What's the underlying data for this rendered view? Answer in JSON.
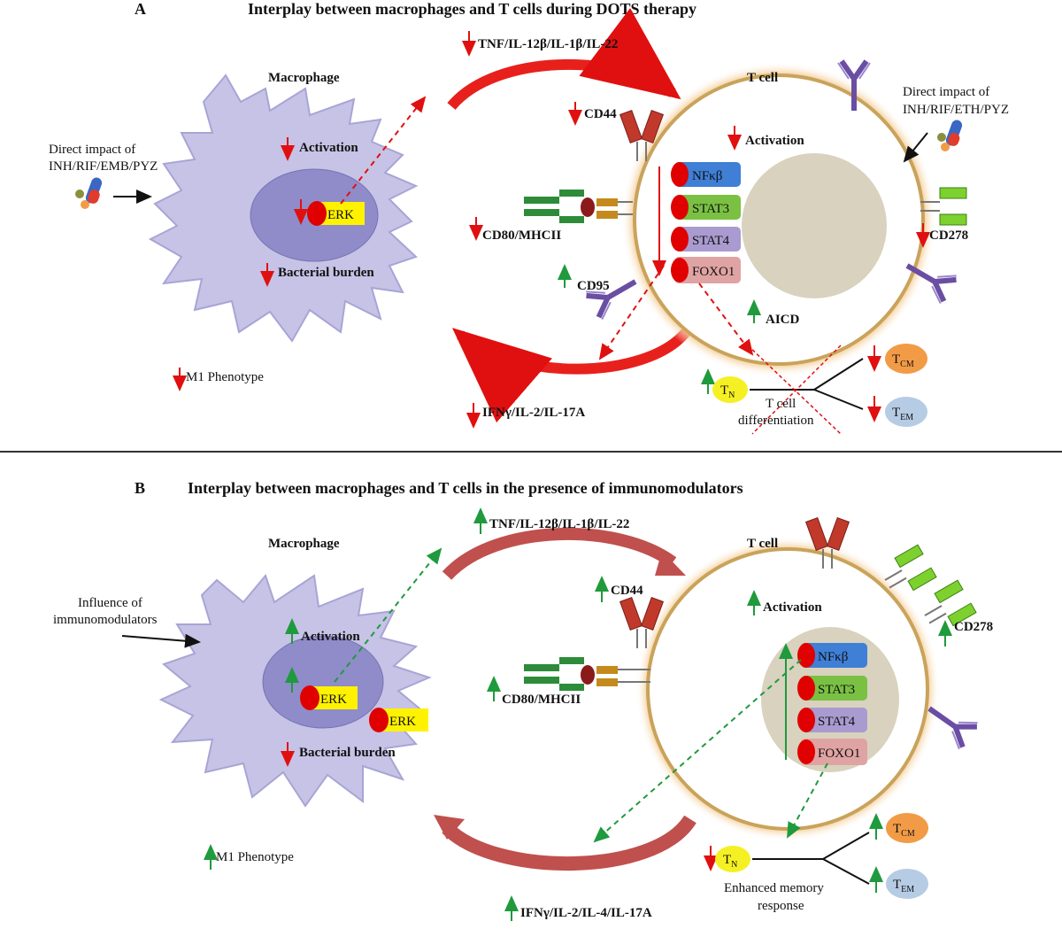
{
  "panel_a": {
    "letter": "A",
    "title": "Interplay between macrophages and T cells during DOTS therapy",
    "macrophage_label": "Macrophage",
    "tcell_label": "T cell",
    "drug_impact_macrophage": [
      "Direct impact of",
      "INH/RIF/EMB/PYZ"
    ],
    "drug_impact_tcell": [
      "Direct impact of",
      "INH/RIF/ETH/PYZ"
    ],
    "macro_activation": "Activation",
    "erk": "ERK",
    "bacterial_burden": "Bacterial burden",
    "m1_phenotype": "M1 Phenotype",
    "cytokines_top": "TNF/IL-12β/IL-1β/IL-22",
    "cytokines_bottom": "IFNγ/IL-2/IL-17A",
    "cd44": "CD44",
    "cd80": "CD80/MHCII",
    "cd95": "CD95",
    "cd278": "CD278",
    "tcell_activation": "Activation",
    "aicd": "AICD",
    "factors": [
      "NFκβ",
      "STAT3",
      "STAT4",
      "FOXO1"
    ],
    "tn": "T",
    "tn_sub": "N",
    "tcm": "T",
    "tcm_sub": "CM",
    "tem": "T",
    "tem_sub": "EM",
    "differentiation": [
      "T cell",
      "differentiation"
    ]
  },
  "panel_b": {
    "letter": "B",
    "title": "Interplay between macrophages and T cells in the presence of immunomodulators",
    "macrophage_label": "Macrophage",
    "tcell_label": "T cell",
    "influence": [
      "Influence of",
      "immunomodulators"
    ],
    "macro_activation": "Activation",
    "erk1": "ERK",
    "erk2": "ERK",
    "bacterial_burden": "Bacterial burden",
    "m1_phenotype": "M1 Phenotype",
    "cytokines_top": "TNF/IL-12β/IL-1β/IL-22",
    "cytokines_bottom": "IFNγ/IL-2/IL-4/IL-17A",
    "cd44": "CD44",
    "cd80": "CD80/MHCII",
    "cd278": "CD278",
    "tcell_activation": "Activation",
    "factors": [
      "NFκβ",
      "STAT3",
      "STAT4",
      "FOXO1"
    ],
    "tn": "T",
    "tn_sub": "N",
    "tcm": "T",
    "tcm_sub": "CM",
    "tem": "T",
    "tem_sub": "EM",
    "memory": [
      "Enhanced memory",
      "response"
    ]
  },
  "colors": {
    "down_arrow": "#e01010",
    "up_arrow": "#1f9a3c",
    "macrophage_fill": "#c6c3e6",
    "nucleus_fill": "#8f8cc9",
    "tcell_ring": "#c9a35a",
    "tcell_nucleus": "#d8d2be",
    "nfkb": "#3f7fd6",
    "stat3": "#7ac143",
    "stat4": "#a99bd0",
    "foxo1": "#e0a3a3",
    "erk": "#fff200",
    "cytokine_arrow_a": "#e8201c",
    "cytokine_arrow_b": "#c0504d",
    "tn_fill": "#f5f023",
    "tcm_fill": "#f29b46",
    "tem_fill": "#b6cbe4"
  }
}
